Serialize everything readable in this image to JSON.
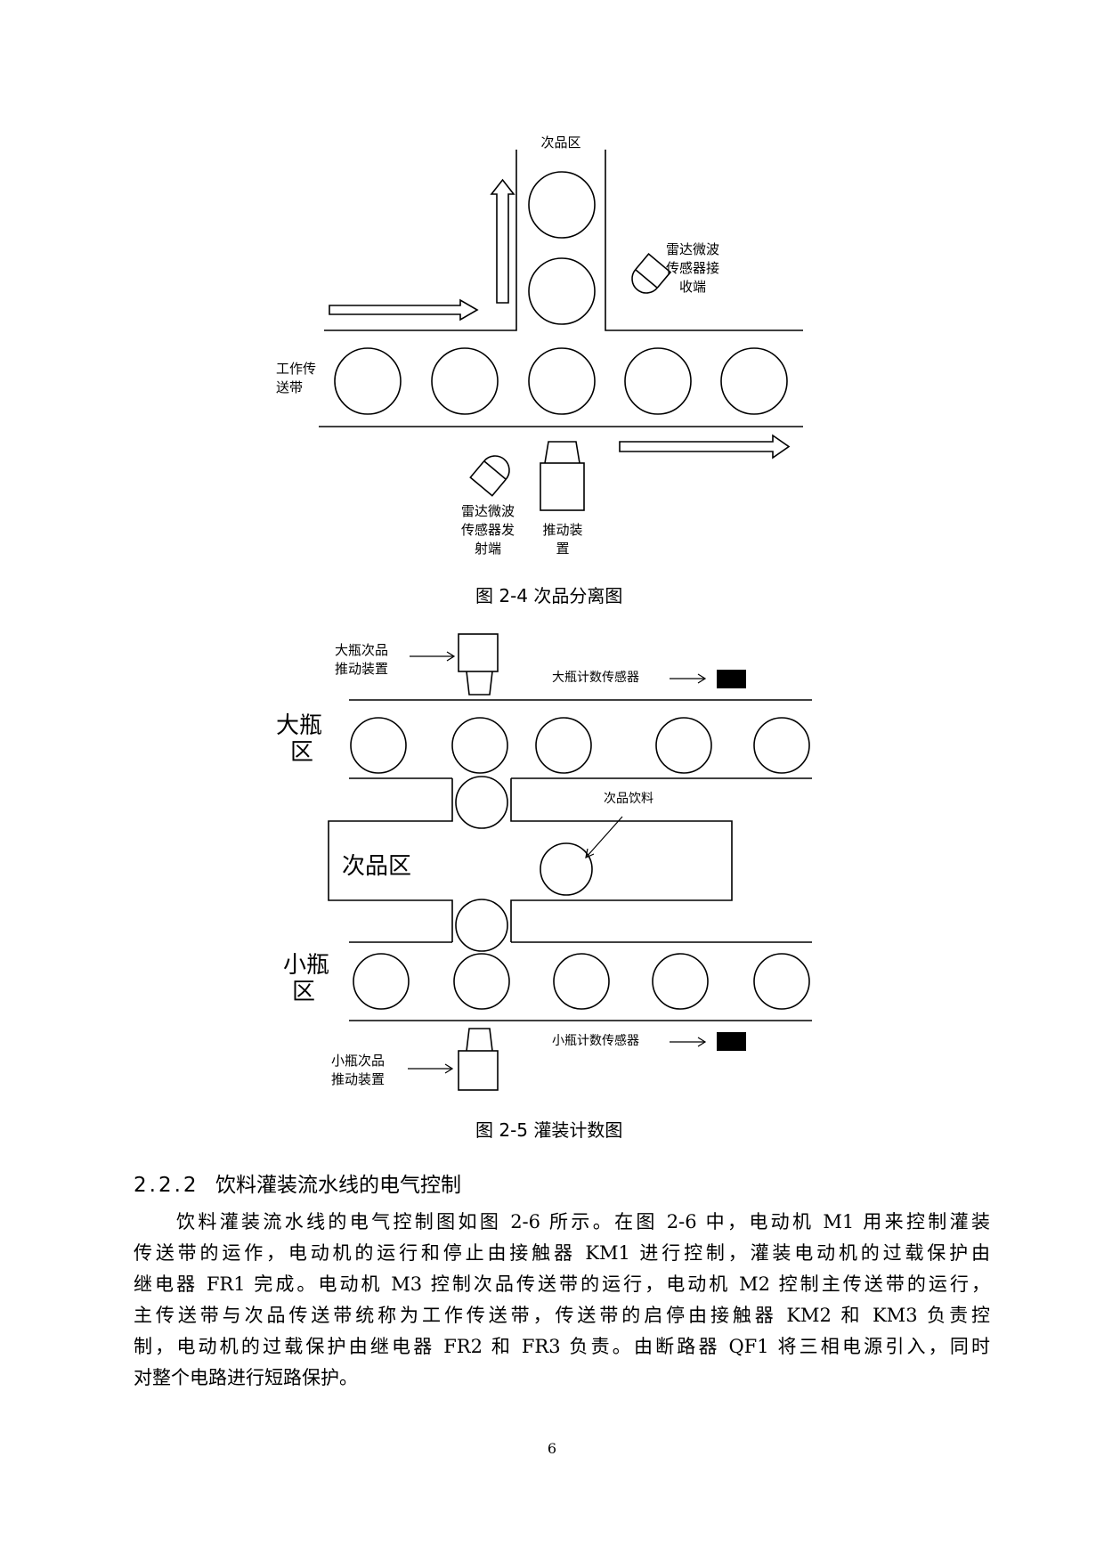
{
  "figure1": {
    "labels": {
      "reject_zone": "次品区",
      "radar_receiver": [
        "雷达微波",
        "传感器接",
        "收端"
      ],
      "work_belt": [
        "工作传",
        "送带"
      ],
      "radar_emitter": [
        "雷达微波",
        "传感器发",
        "射端"
      ],
      "pusher": [
        "推动装",
        "置"
      ]
    },
    "caption": "图 2-4   次品分离图"
  },
  "figure2": {
    "labels": {
      "large_reject_pusher": [
        "大瓶次品",
        "推动装置"
      ],
      "large_counter": "大瓶计数传感器",
      "large_zone": [
        "大瓶",
        "区"
      ],
      "reject_drink": "次品饮料",
      "reject_zone": "次品区",
      "small_zone": [
        "小瓶",
        "区"
      ],
      "small_counter": "小瓶计数传感器",
      "small_reject_pusher": [
        "小瓶次品",
        "推动装置"
      ]
    },
    "caption": "图 2-5   灌装计数图"
  },
  "section": {
    "number": "2.2.2",
    "title": "饮料灌装流水线的电气控制"
  },
  "paragraph_lines": [
    "饮料灌装流水线的电气控制图如图 2-6 所示。在图 2-6 中，电动机 M1 用来控制灌装",
    "传送带的运作，电动机的运行和停止由接触器 KM1 进行控制，灌装电动机的过载保护由",
    "继电器 FR1 完成。电动机 M3 控制次品传送带的运行，电动机 M2 控制主传送带的运行，",
    "主传送带与次品传送带统称为工作传送带，传送带的启停由接触器 KM2 和 KM3 负责控",
    "制，电动机的过载保护由继电器 FR2 和 FR3 负责。由断路器 QF1 将三相电源引入，同时",
    "对整个电路进行短路保护。"
  ],
  "page_number": "6"
}
